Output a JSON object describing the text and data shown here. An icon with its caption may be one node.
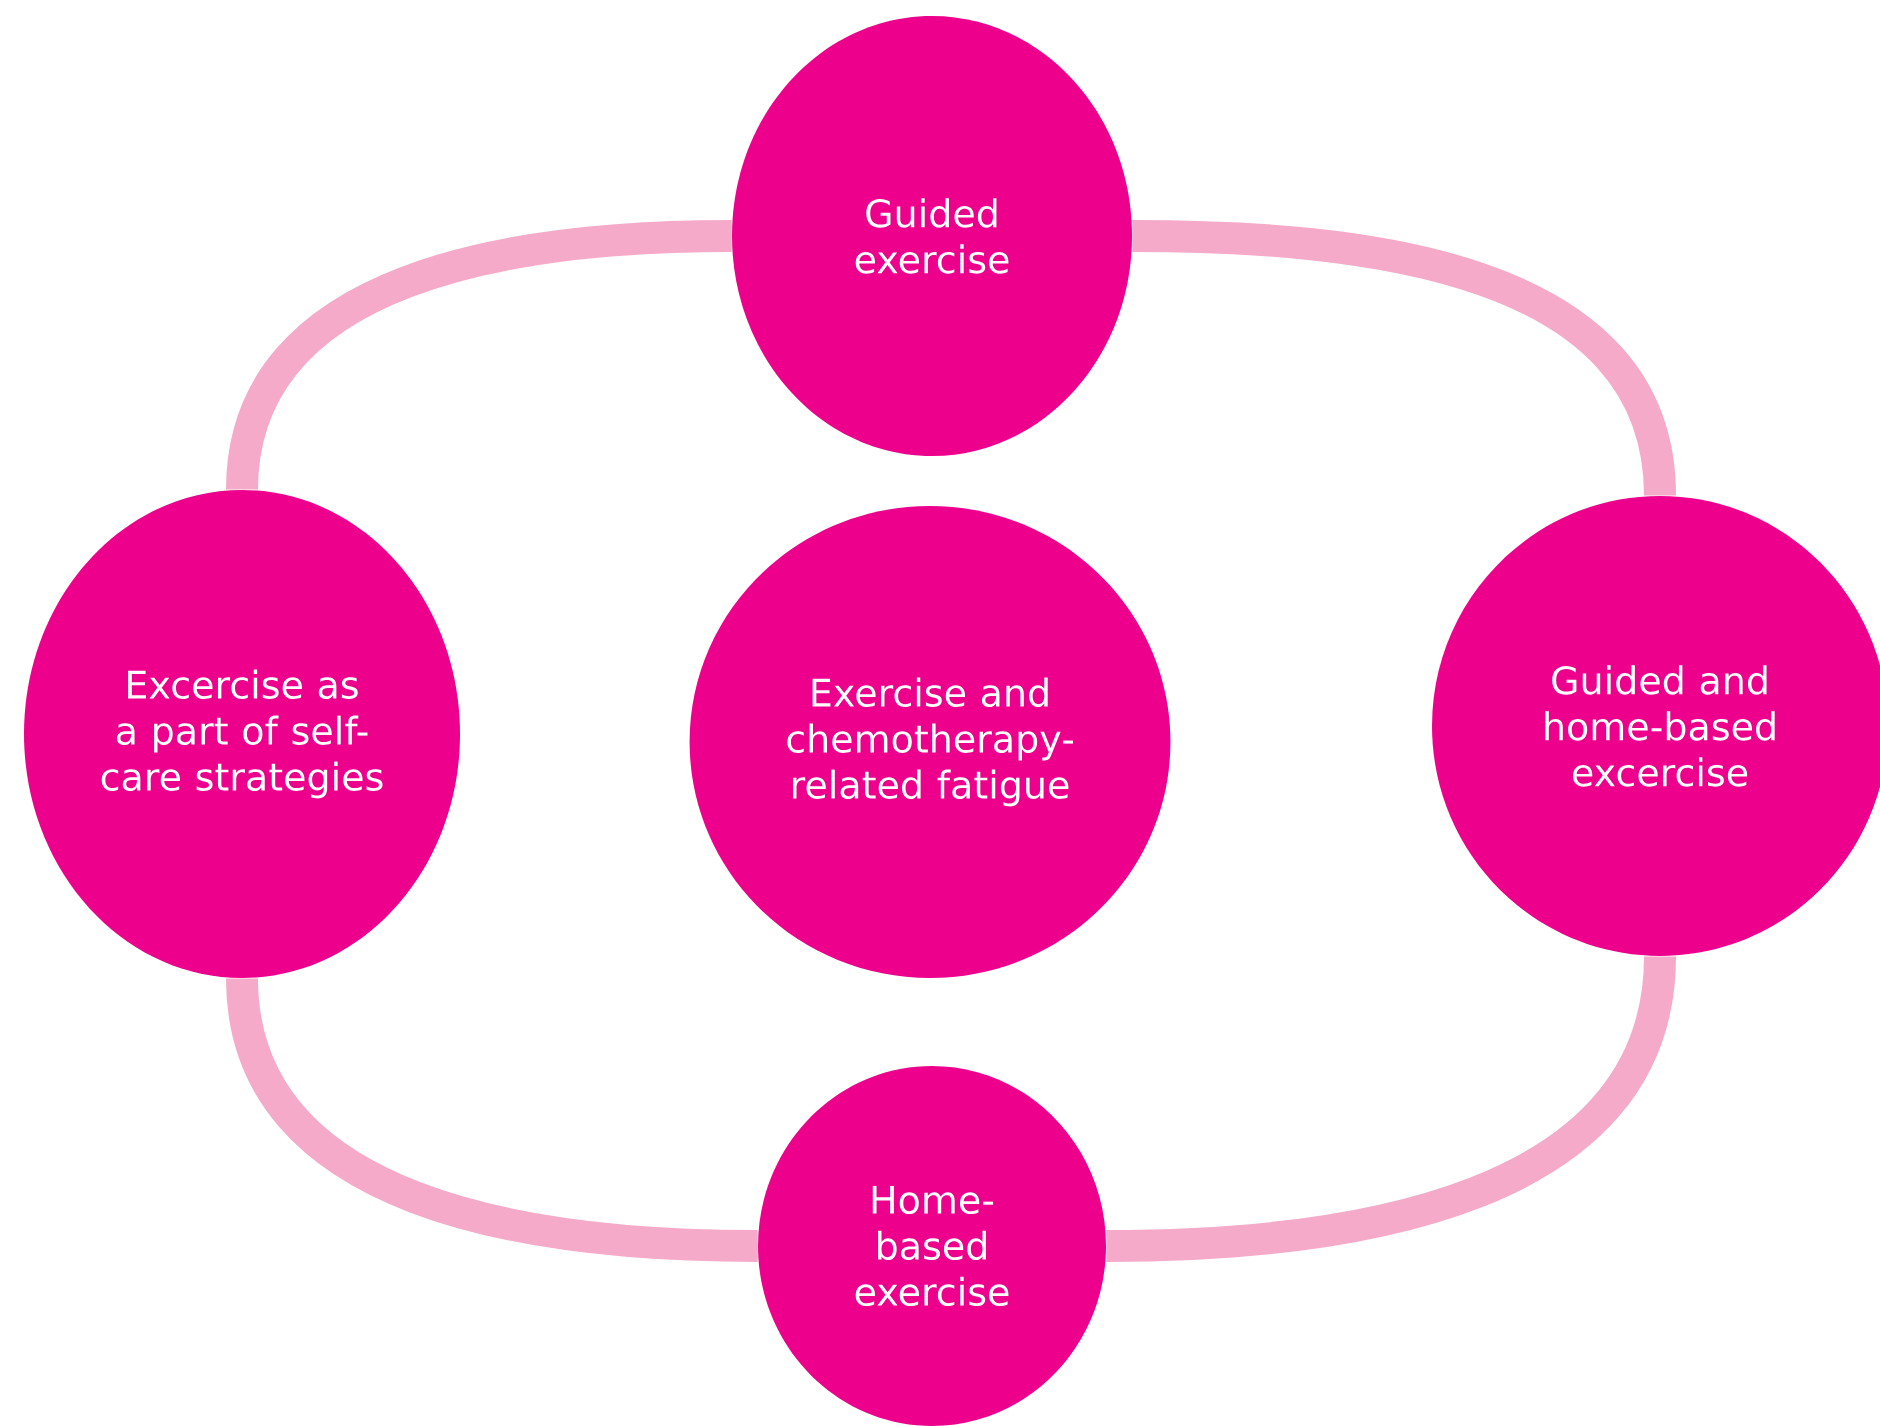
{
  "diagram": {
    "nodes": [
      {
        "text": [
          "Guided exercise"
        ]
      },
      {
        "text": [
          "Excercise as a part of self-care strategies"
        ]
      },
      {
        "text": [
          "Exercise and chemotherapy-related fatigue"
        ]
      },
      {
        "text": [
          "Guided and home-based excercise"
        ]
      },
      {
        "text": [
          "Home-based exercise"
        ]
      }
    ],
    "edges": [
      {
        "from": 0,
        "to": 3,
        "arrow": "none"
      },
      {
        "from": 3,
        "to": 4,
        "arrow": "none"
      },
      {
        "from": 4,
        "to": 1,
        "arrow": "none"
      },
      {
        "from": 1,
        "to": 0,
        "arrow": "none"
      }
    ]
  }
}
